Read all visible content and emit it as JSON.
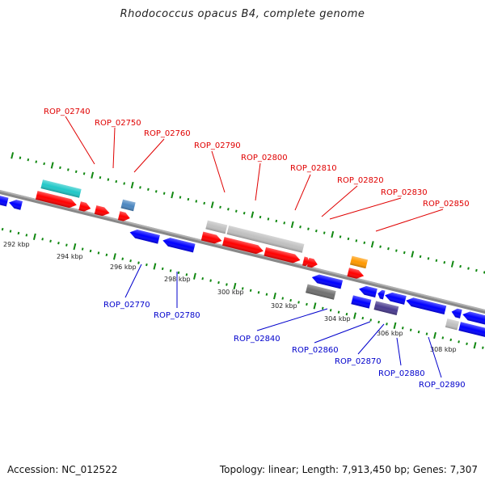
{
  "title": "Rhodococcus opacus B4, complete genome",
  "footer": {
    "accession": "Accession: NC_012522",
    "topology": "Topology: linear; Length: 7,913,450 bp; Genes: 7,307"
  },
  "colors": {
    "forward_gene": "#ff0000",
    "reverse_gene": "#0000ff",
    "rna_cyan": "#20c8c8",
    "misc_steel": "#4a86c0",
    "pseudo_gray": "#c0c0c0",
    "dark_gray": "#707070",
    "orange": "#ff9900",
    "purple": "#4a3c90",
    "axis": "#888888",
    "tick": "#118811"
  },
  "scale": {
    "ticks_kbp": [
      "292 kbp",
      "294 kbp",
      "296 kbp",
      "298 kbp",
      "300 kbp",
      "302 kbp",
      "304 kbp",
      "306 kbp",
      "308 kbp"
    ]
  },
  "top_labels": [
    "ROP_02740",
    "ROP_02750",
    "ROP_02760",
    "ROP_02790",
    "ROP_02800",
    "ROP_02810",
    "ROP_02820",
    "ROP_02830",
    "ROP_02850"
  ],
  "bottom_labels": [
    "ROP_02770",
    "ROP_02780",
    "ROP_02840",
    "ROP_02860",
    "ROP_02870",
    "ROP_02880",
    "ROP_02890"
  ]
}
